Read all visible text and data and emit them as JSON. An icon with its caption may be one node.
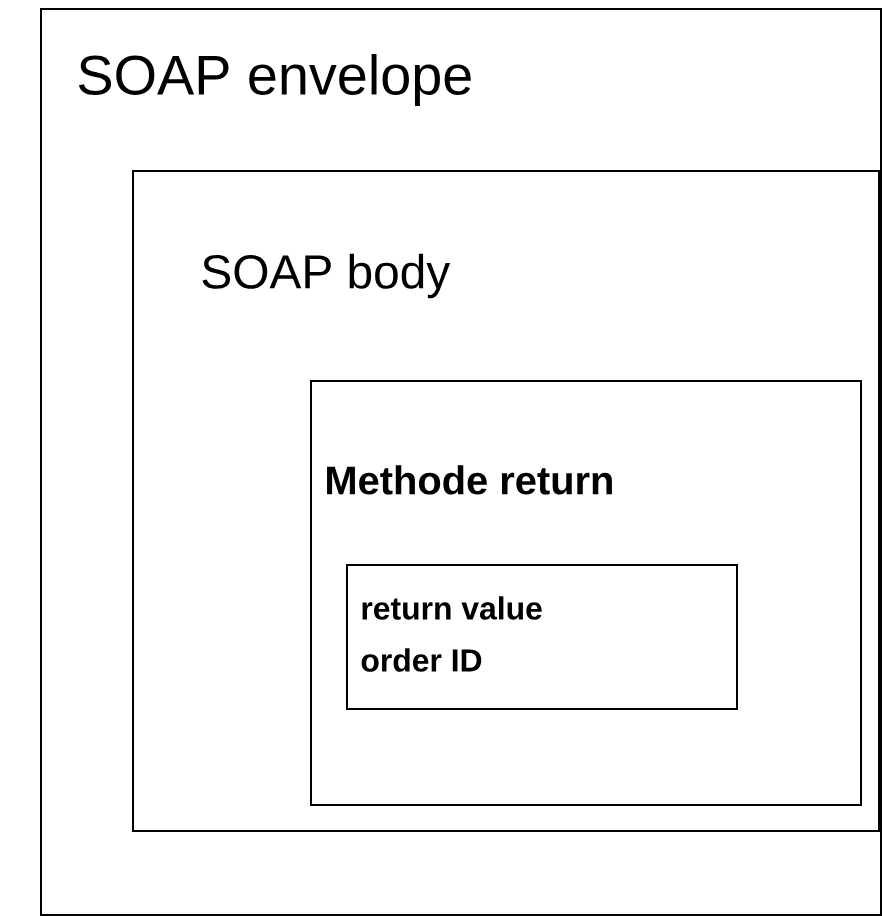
{
  "diagram": {
    "nodes": [
      {
        "text": [
          "SOAP envelope"
        ]
      },
      {
        "text": [
          "SOAP body"
        ],
        "in": 0
      },
      {
        "text": [
          "Methode return"
        ],
        "in": 1
      },
      {
        "text": [
          "return value",
          "order ID"
        ],
        "in": 2
      }
    ]
  }
}
